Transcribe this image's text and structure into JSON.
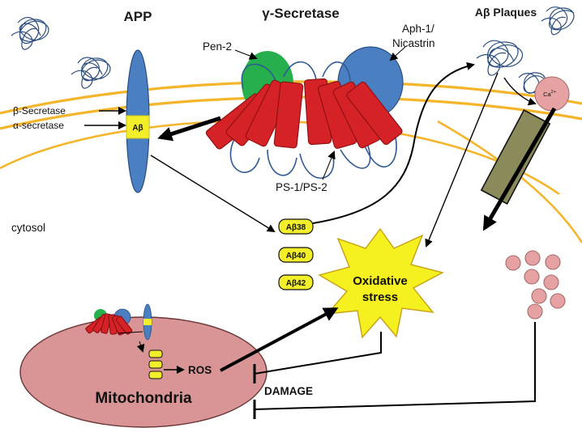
{
  "labels": {
    "app": "APP",
    "gamma_secretase": "γ-Secretase",
    "abeta_plaques": "Aβ Plaques",
    "pen2": "Pen-2",
    "aph1": "Aph-1/",
    "nicastrin": "Nicastrin",
    "beta_secretase": "β-Secretase",
    "alpha_secretase": "α-secretase",
    "abeta": "Aβ",
    "ps": "PS-1/PS-2",
    "cytosol": "cytosol",
    "ab38": "Aβ38",
    "ab40": "Aβ40",
    "ab42": "Aβ42",
    "oxidative": "Oxidative",
    "stress": "stress",
    "ros": "ROS",
    "damage": "DAMAGE",
    "mitochondria": "Mitochondria",
    "calcium_ion": "Ca",
    "calcium_charge": "2+"
  },
  "colors": {
    "membrane": "#f5b52a",
    "app_oval": "#4a7fc1",
    "abeta_box": "#f2ee2a",
    "helix": "#d42227",
    "pen2": "#27ae4d",
    "nicastrin": "#4a7fc1",
    "starburst": "#f5f01f",
    "mitochondria": "#d99595",
    "channel": "#8a8a5a",
    "vesicle": "#e6a2a2"
  },
  "icons": {
    "plaque": "protein-tangle-icon",
    "channel": "calcium-channel-icon",
    "vesicles": "vesicle-cluster-icon"
  }
}
